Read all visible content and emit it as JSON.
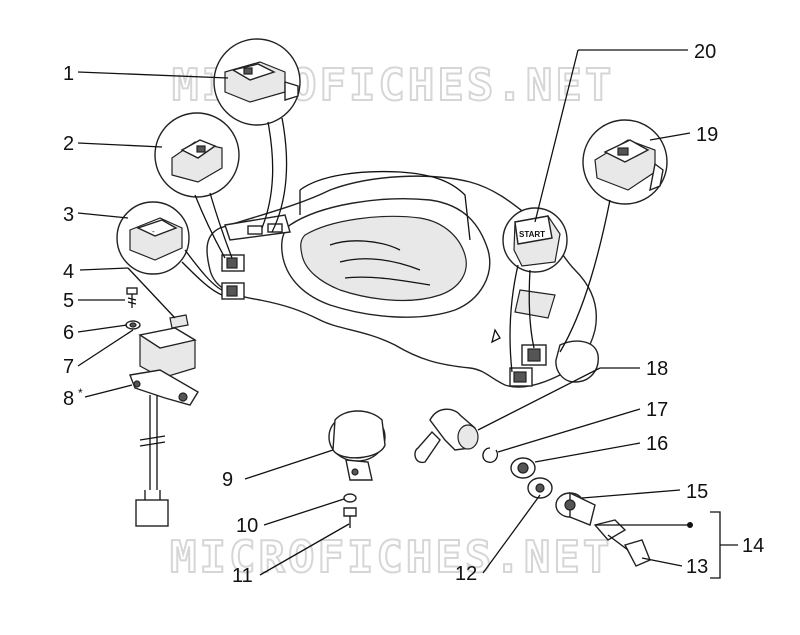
{
  "watermark": {
    "text_top": "MICROFICHES.NET",
    "text_bottom": "MICROFICHES.NET"
  },
  "diagram": {
    "callouts": [
      {
        "id": "1",
        "label": "1"
      },
      {
        "id": "2",
        "label": "2"
      },
      {
        "id": "3",
        "label": "3"
      },
      {
        "id": "4",
        "label": "4"
      },
      {
        "id": "5",
        "label": "5"
      },
      {
        "id": "6",
        "label": "6"
      },
      {
        "id": "7",
        "label": "7"
      },
      {
        "id": "8",
        "label": "8"
      },
      {
        "id": "9",
        "label": "9"
      },
      {
        "id": "10",
        "label": "10"
      },
      {
        "id": "11",
        "label": "11"
      },
      {
        "id": "12",
        "label": "12"
      },
      {
        "id": "13",
        "label": "13"
      },
      {
        "id": "14",
        "label": "14"
      },
      {
        "id": "15",
        "label": "15"
      },
      {
        "id": "16",
        "label": "16"
      },
      {
        "id": "17",
        "label": "17"
      },
      {
        "id": "18",
        "label": "18"
      },
      {
        "id": "19",
        "label": "19"
      },
      {
        "id": "20",
        "label": "20"
      }
    ],
    "start_button_text": "START",
    "asterisk": "*"
  }
}
